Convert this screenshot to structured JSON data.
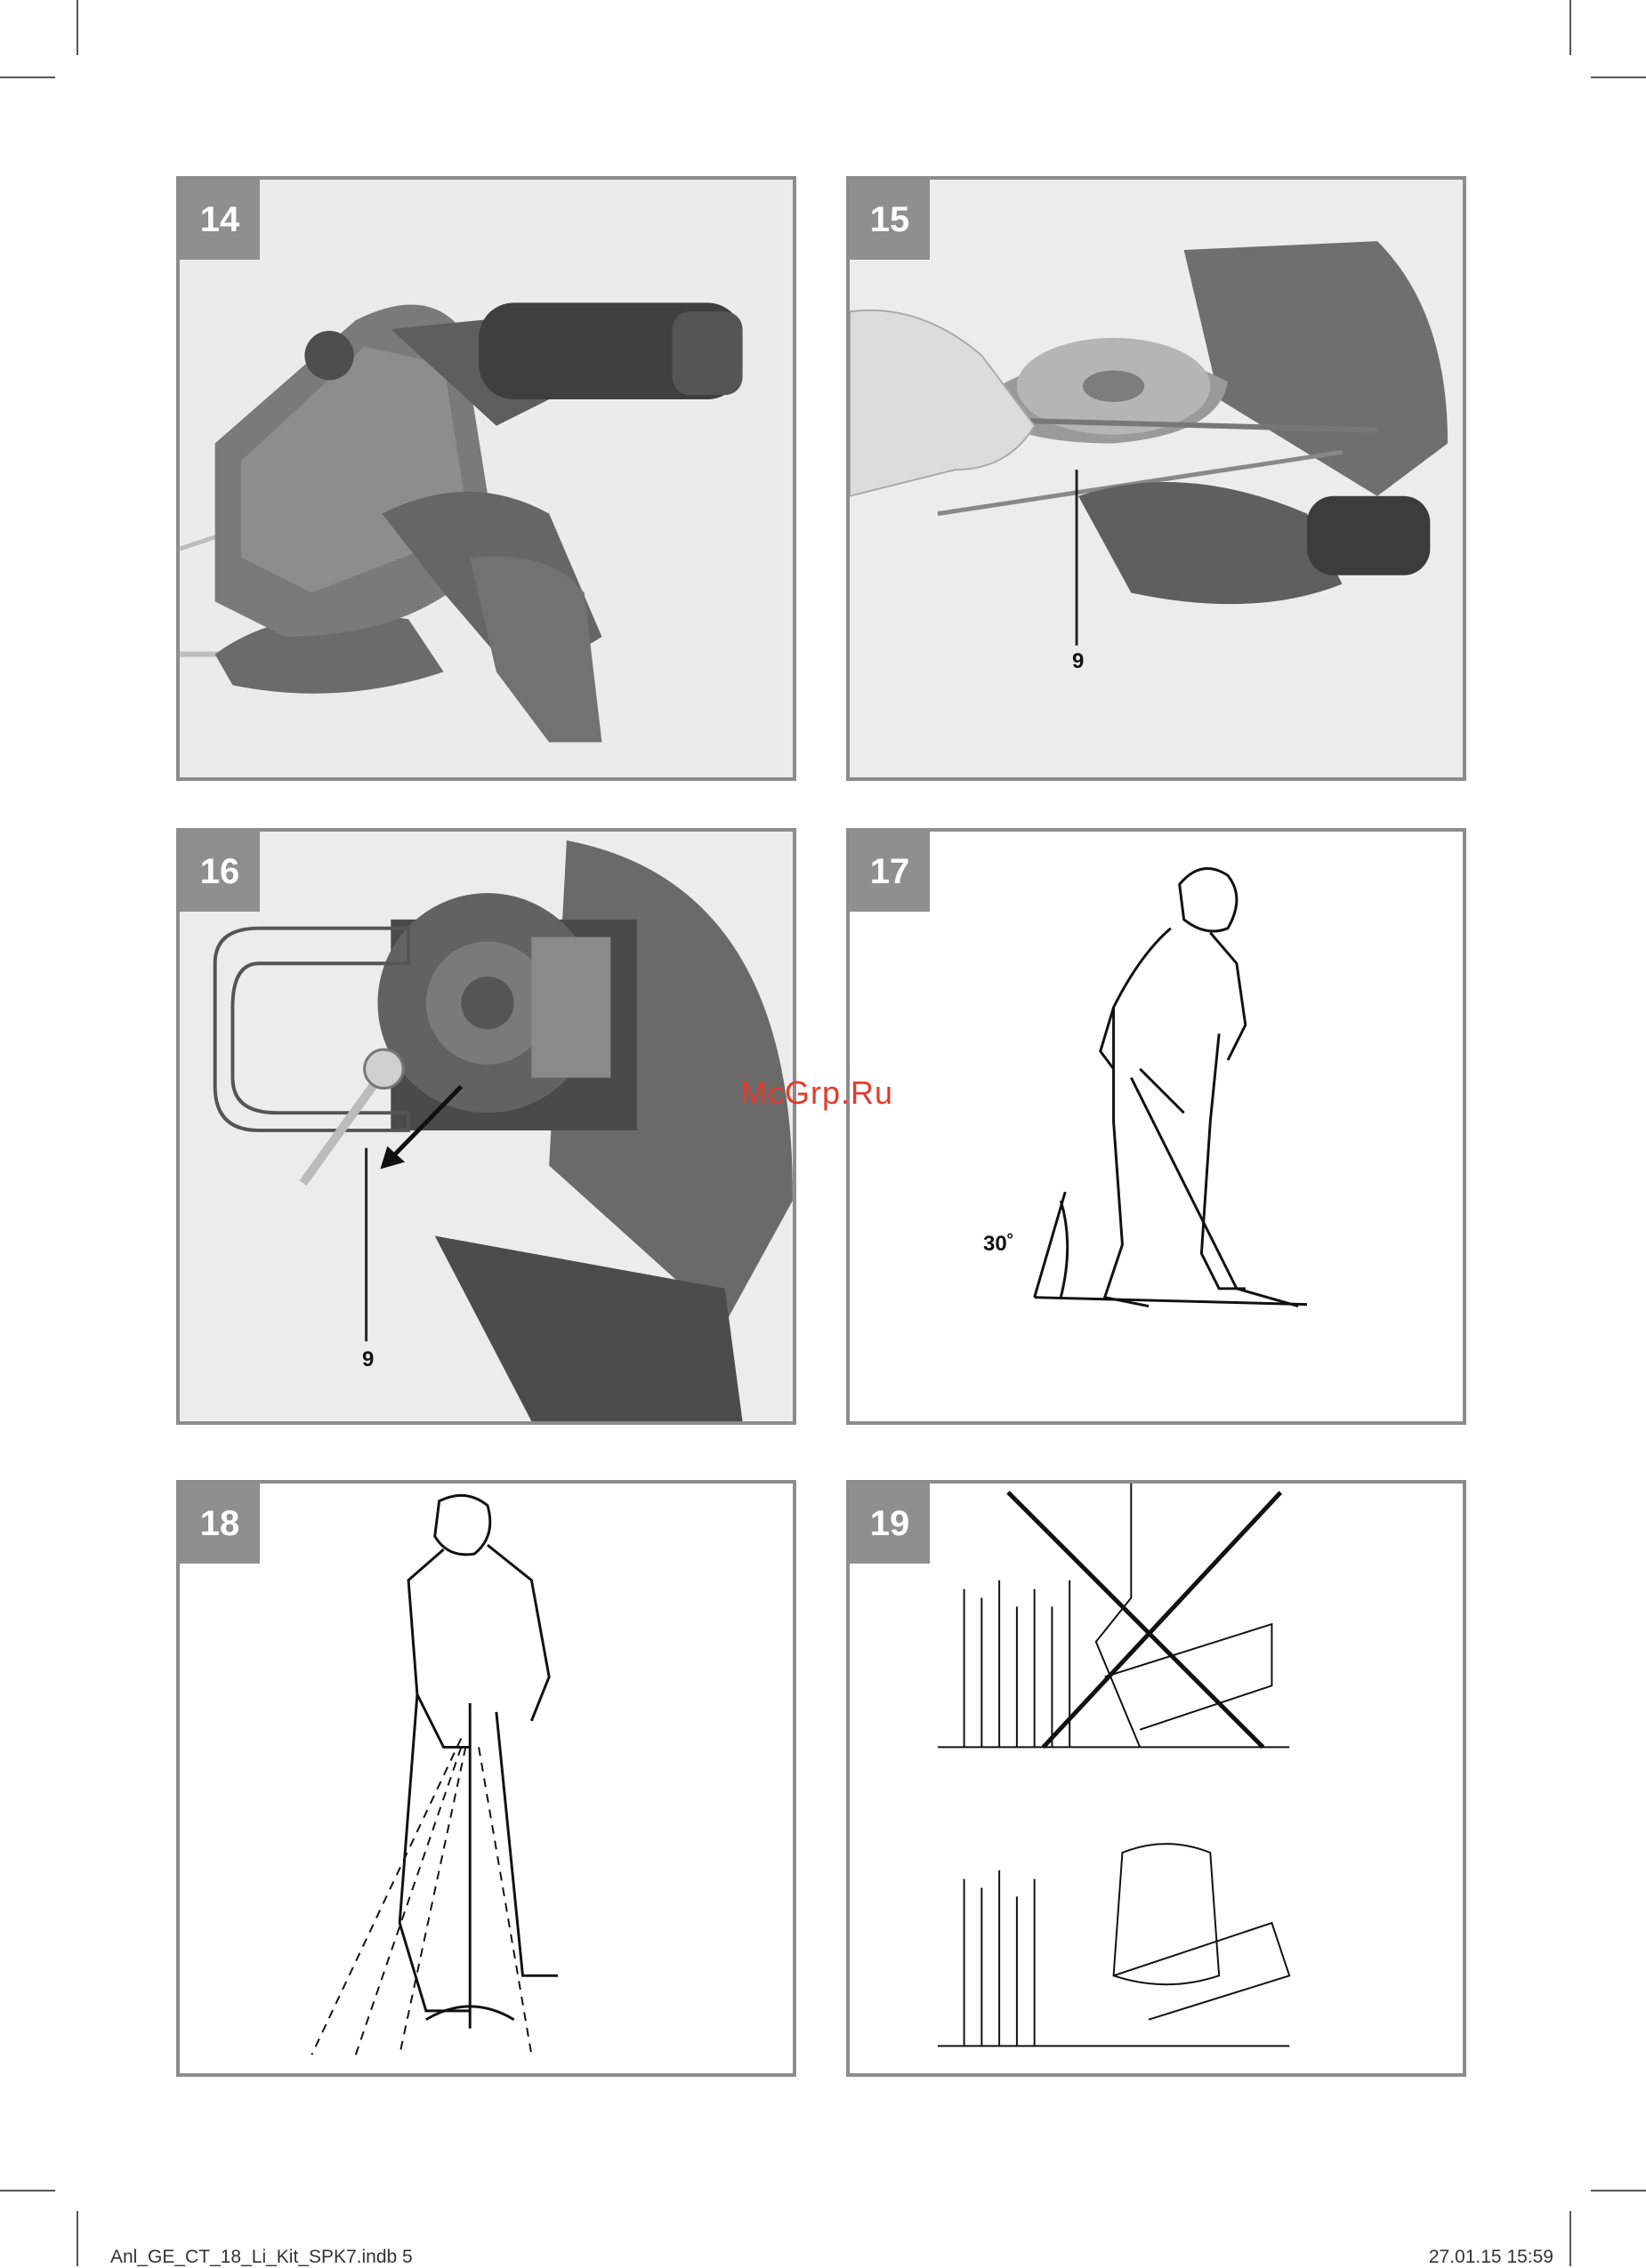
{
  "figures": [
    {
      "number": "14"
    },
    {
      "number": "15",
      "callout": "9"
    },
    {
      "number": "16",
      "callout": "9"
    },
    {
      "number": "17",
      "angle": "30˚"
    },
    {
      "number": "18"
    },
    {
      "number": "19"
    }
  ],
  "watermark": "McGrp.Ru",
  "footer": {
    "file": "Anl_GE_CT_18_Li_Kit_SPK7.indb  5",
    "timestamp": "27.01.15   15:59"
  }
}
